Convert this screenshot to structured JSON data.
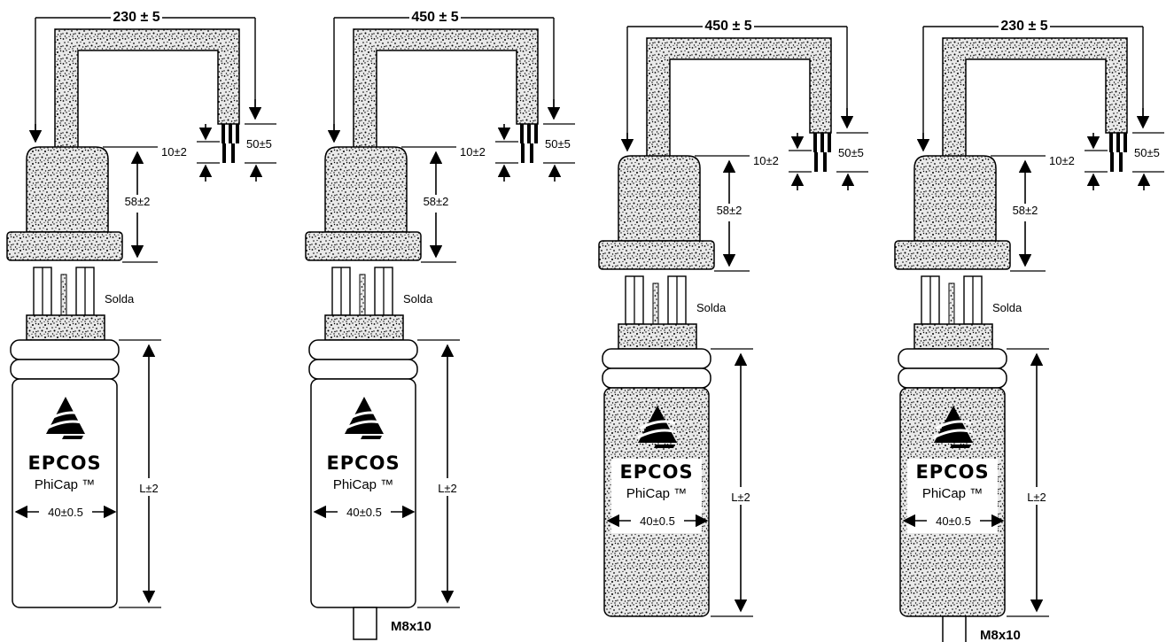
{
  "brand": "EPCOS",
  "model": "PhiCap ™",
  "labels": {
    "core_length": "58±2",
    "sleeve_length": "10±2",
    "strip_length": "50±5",
    "solder": "Solda",
    "can_length": "L±2",
    "diameter": "40±0.5",
    "stud_thread": "M8x10"
  },
  "variants": [
    {
      "cable_length": "230 ± 5",
      "textured_can": false,
      "has_stud": false
    },
    {
      "cable_length": "450 ± 5",
      "textured_can": false,
      "has_stud": true
    },
    {
      "cable_length": "450 ± 5",
      "textured_can": true,
      "has_stud": false
    },
    {
      "cable_length": "230 ± 5",
      "textured_can": true,
      "has_stud": true
    }
  ]
}
